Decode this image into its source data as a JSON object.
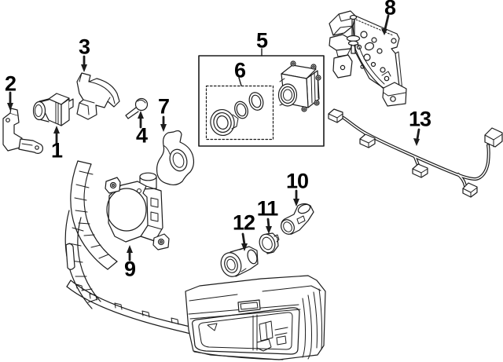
{
  "diagram": {
    "background_color": "#ffffff",
    "line_color": "#1c1c1c",
    "label_color": "#000000",
    "callouts": [
      {
        "number": "1"
      },
      {
        "number": "2"
      },
      {
        "number": "3"
      },
      {
        "number": "4"
      },
      {
        "number": "5"
      },
      {
        "number": "6"
      },
      {
        "number": "7"
      },
      {
        "number": "8"
      },
      {
        "number": "9"
      },
      {
        "number": "10"
      },
      {
        "number": "11"
      },
      {
        "number": "12"
      },
      {
        "number": "13"
      }
    ]
  }
}
